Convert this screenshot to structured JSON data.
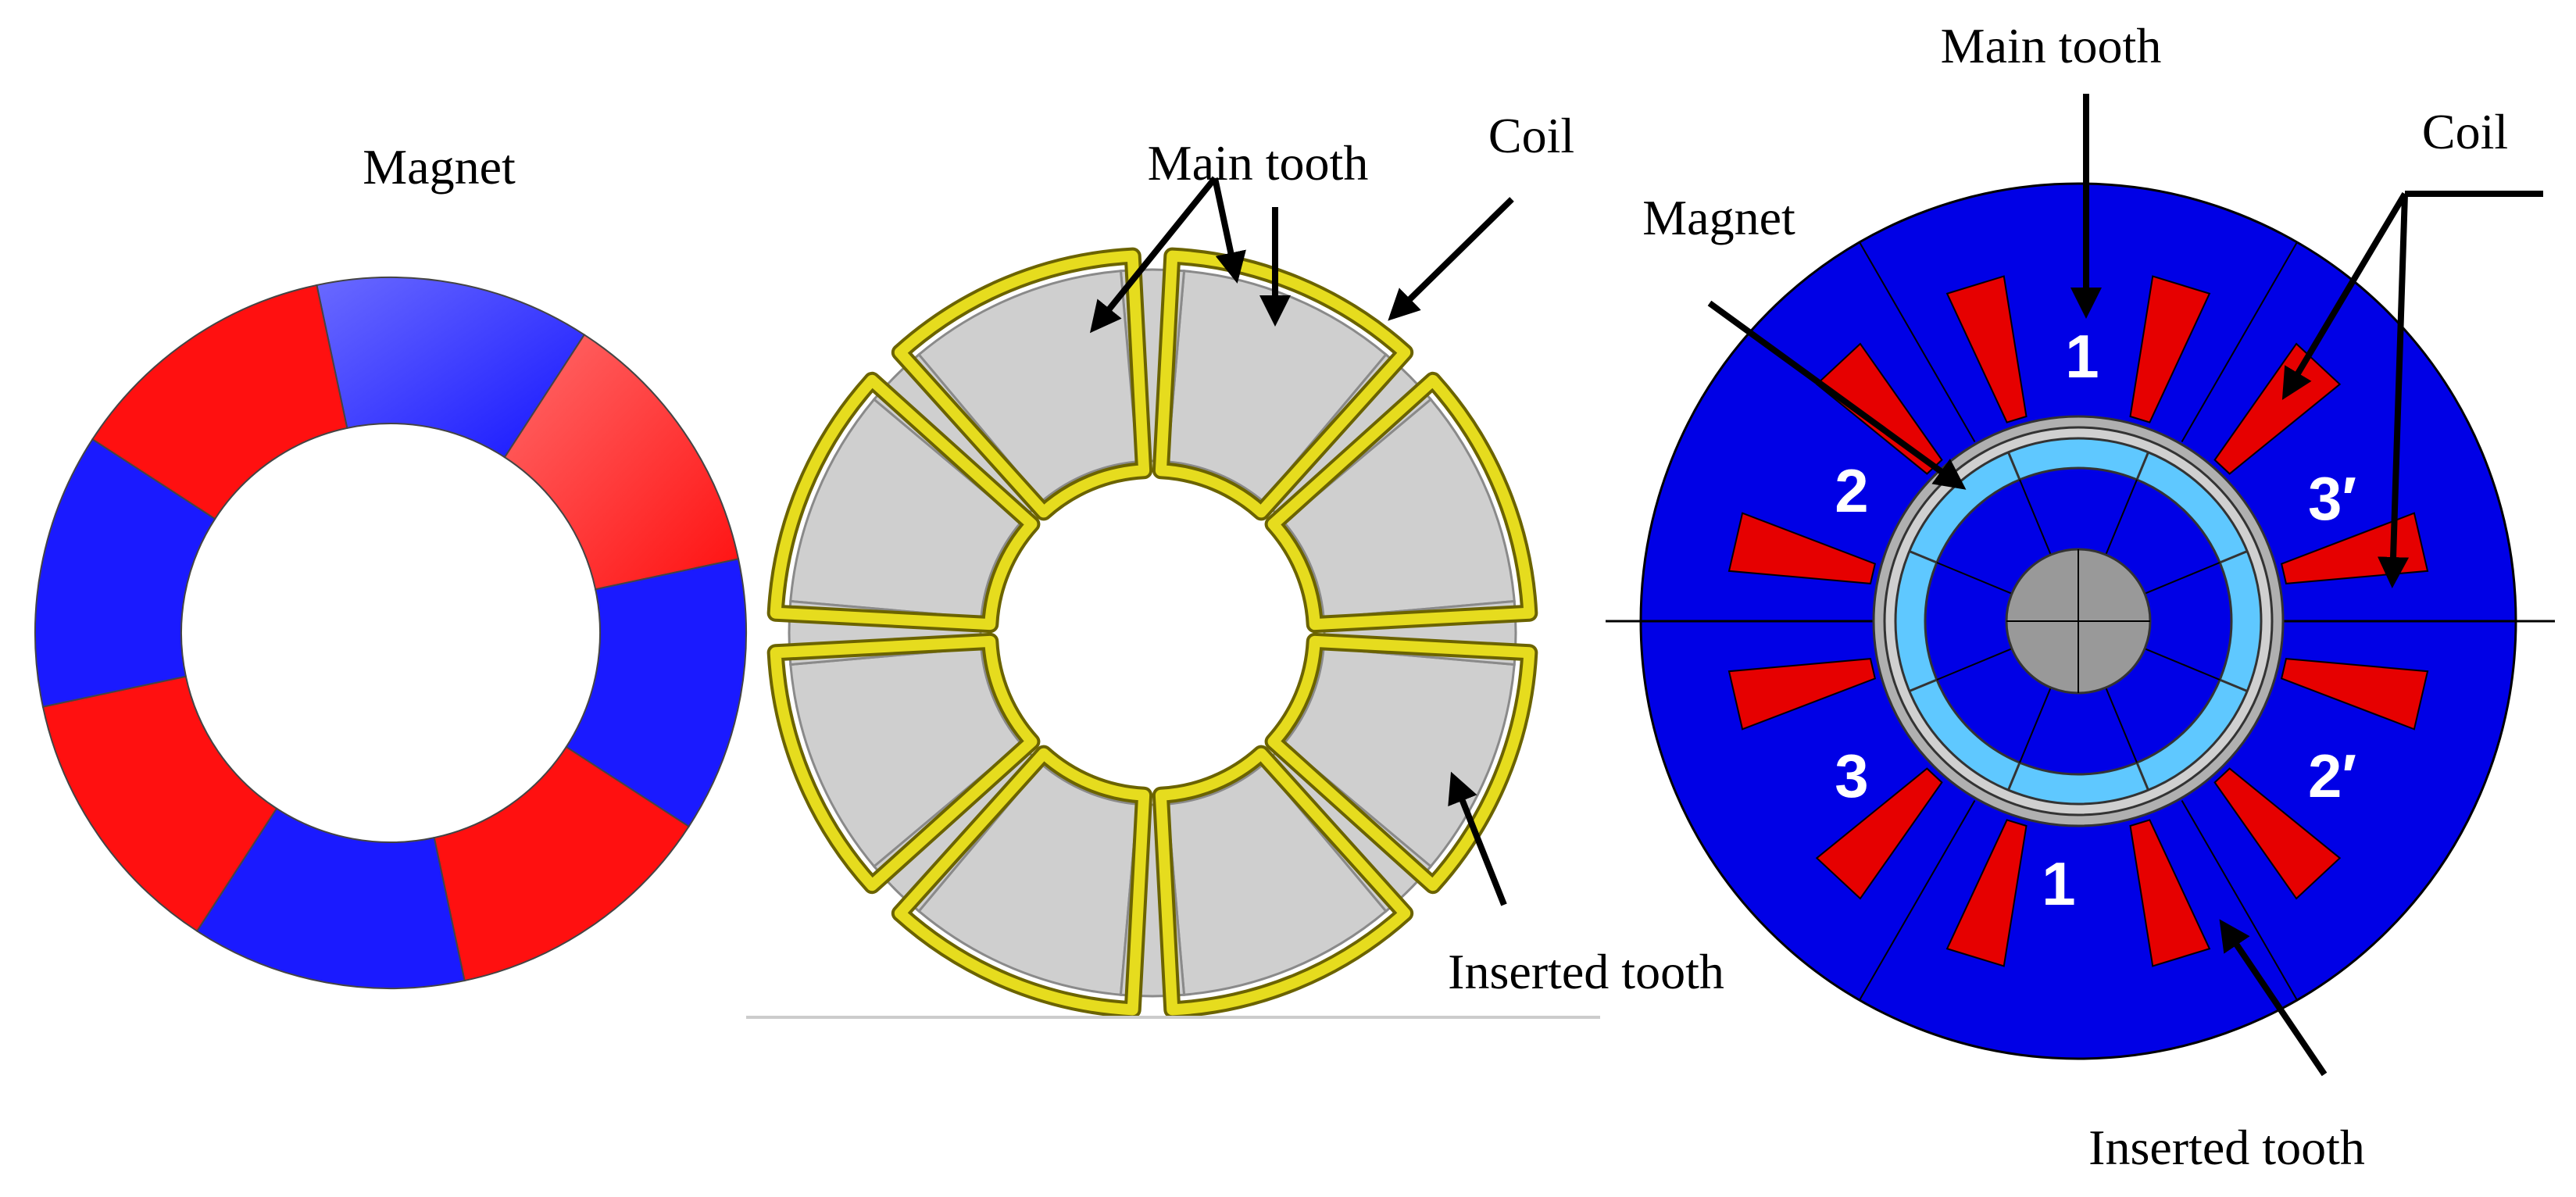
{
  "panel_magnet": {
    "title": "Magnet",
    "colors": {
      "red": "#ff1010",
      "blue": "#1a1aff"
    }
  },
  "panel_stator": {
    "label_main_tooth": "Main tooth",
    "label_coil": "Coil",
    "label_inserted_tooth": "Inserted tooth",
    "colors": {
      "core": "#cfcfcf",
      "coil": "#e6dc1e"
    }
  },
  "panel_machine": {
    "label_main_tooth": "Main tooth",
    "label_coil": "Coil",
    "label_magnet": "Magnet",
    "label_inserted_tooth": "Inserted tooth",
    "phase_1_top": "1",
    "phase_2": "2",
    "phase_3_prime": "3′",
    "phase_3": "3",
    "phase_2_prime": "2′",
    "phase_1_bottom": "1",
    "colors": {
      "stator": "#0000e6",
      "coil": "#e60000",
      "magnet": "#5fc8ff",
      "shaft": "#999999"
    }
  }
}
